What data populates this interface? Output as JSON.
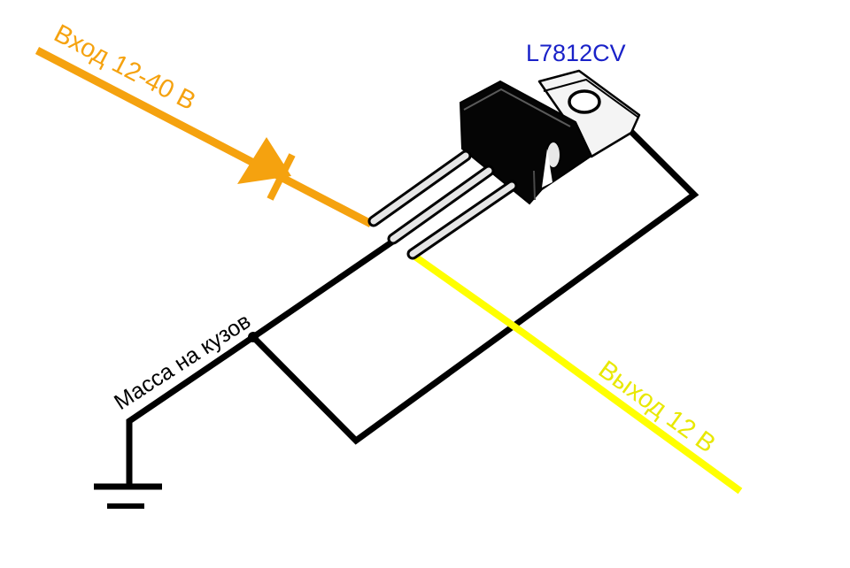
{
  "labels": {
    "part_number": "L7812CV",
    "input": "Вход 12-40 В",
    "output": "Выход 12 В",
    "ground": "Масса на кузов"
  },
  "colors": {
    "input_wire": "#f5a20f",
    "output_wire": "#ffff00",
    "ground_wire": "#000000",
    "part_label": "#1a22c8",
    "background": "#ffffff"
  },
  "icons": {
    "diode": "diode-icon",
    "regulator": "to220-regulator-icon",
    "ground": "ground-symbol-icon"
  }
}
